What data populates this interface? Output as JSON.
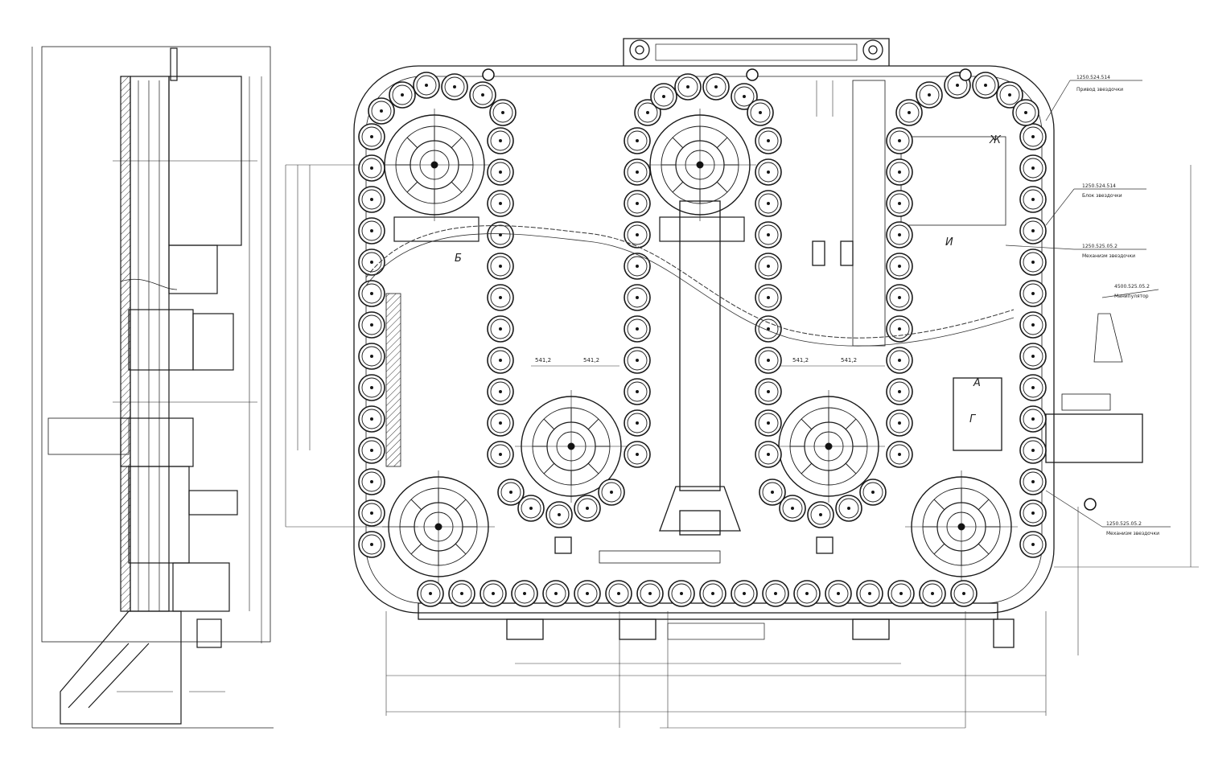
{
  "drawing": {
    "labels": {
      "a": "А",
      "b": "Б",
      "g": "Г",
      "i": "И",
      "zh": "Ж"
    },
    "dims": {
      "d1": "541,2",
      "d2": "541,2",
      "d3": "541,2",
      "d4": "541,2"
    },
    "callouts": [
      {
        "code": "1250.524.514",
        "text": "Привод звездочки"
      },
      {
        "code": "1250.524.514",
        "text": "Блок звездочки"
      },
      {
        "code": "1250.525.05.2",
        "text": "Механизм звездочки"
      },
      {
        "code": "4500.525.05.2",
        "text": "Манипулятор"
      },
      {
        "code": "1250.525.05.2",
        "text": "Механизм звездочки"
      }
    ]
  }
}
